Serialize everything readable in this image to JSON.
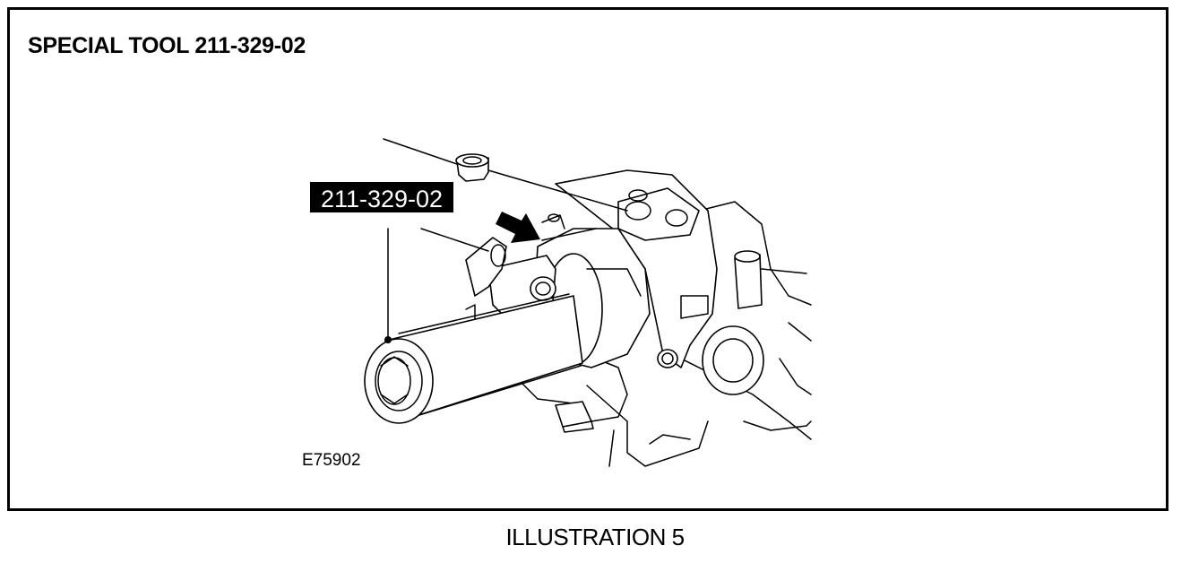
{
  "title": "SPECIAL TOOL 211-329-02",
  "callout": {
    "tool_number": "211-329-02"
  },
  "figure_id": "E75902",
  "caption": "ILLUSTRATION 5",
  "colors": {
    "line": "#000000",
    "background": "#ffffff",
    "label_fill": "#000000",
    "label_text": "#ffffff"
  }
}
